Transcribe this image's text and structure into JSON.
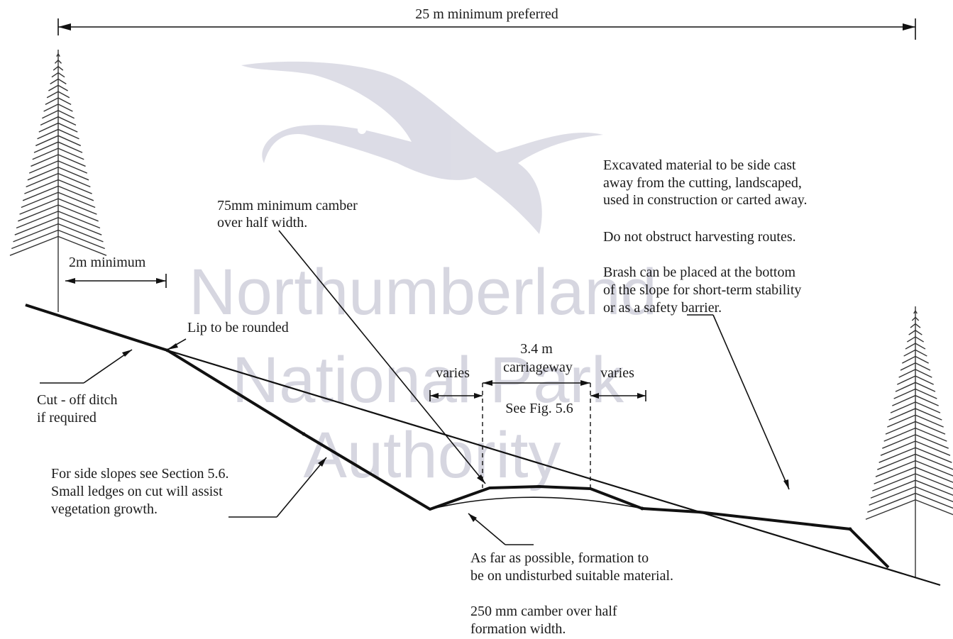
{
  "watermark": {
    "line1": "Northumberland",
    "line2": "National Park",
    "line3": "Authority",
    "logo_icon": "bird-logo-icon"
  },
  "dimensions": {
    "overall": "25 m minimum preferred",
    "offset": "2m minimum",
    "carriageway_line1": "3.4 m",
    "carriageway_line2": "carriageway",
    "varies_left": "varies",
    "varies_right": "varies",
    "see_fig": "See Fig. 5.6"
  },
  "notes": {
    "camber_top": [
      "75mm minimum camber",
      "over half width."
    ],
    "excavated": [
      "Excavated material to be side cast",
      "away from the cutting,  landscaped,",
      "used in construction or carted away."
    ],
    "harvesting": "Do not obstruct harvesting routes.",
    "brash": [
      "Brash can be placed at the bottom",
      "of the slope for short-term stability",
      "or as a safety barrier."
    ],
    "lip": "Lip to be rounded",
    "ditch": [
      "Cut - off ditch",
      "if required"
    ],
    "side_slopes": [
      "For side slopes see Section 5.6.",
      "Small ledges on cut will assist",
      "vegetation growth."
    ],
    "formation": [
      "As far as possible,  formation to",
      "be on undisturbed suitable material."
    ],
    "camber_bottom": [
      "250 mm camber over half",
      "formation width."
    ]
  },
  "icons": {
    "left_tree": "conifer-tree-icon",
    "right_tree": "conifer-tree-icon"
  }
}
